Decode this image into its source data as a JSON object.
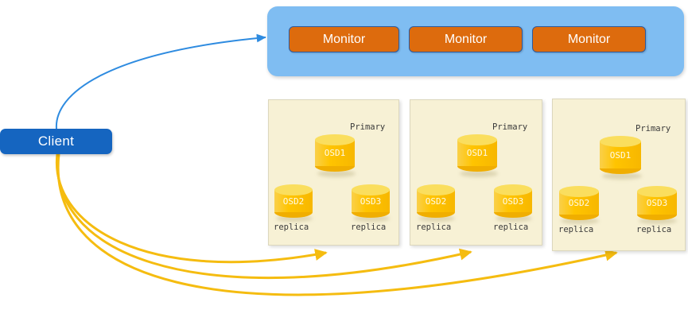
{
  "diagram": {
    "title": "Ceph client / monitor / OSD node replication diagram",
    "colors": {
      "client_blue": "#1565C0",
      "monitor_panel_blue": "#7FBDF2",
      "monitor_orange": "#DD6B0D",
      "node_panel_cream": "#F7F1D5",
      "osd_yellow": "#FFC400",
      "blue_arrow": "#2E8BE0",
      "yellow_arrow": "#F5BC10"
    }
  },
  "client": {
    "label": "Client"
  },
  "monitor_cluster": {
    "monitors": [
      {
        "label": "Monitor"
      },
      {
        "label": "Monitor"
      },
      {
        "label": "Monitor"
      }
    ]
  },
  "nodes": [
    {
      "id": "node-1",
      "primary_caption": "Primary",
      "osds": [
        {
          "label": "OSD1",
          "role": "primary",
          "caption": ""
        },
        {
          "label": "OSD2",
          "role": "replica",
          "caption": "replica"
        },
        {
          "label": "OSD3",
          "role": "replica",
          "caption": "replica"
        }
      ]
    },
    {
      "id": "node-2",
      "primary_caption": "Primary",
      "osds": [
        {
          "label": "OSD1",
          "role": "primary",
          "caption": ""
        },
        {
          "label": "OSD2",
          "role": "replica",
          "caption": "replica"
        },
        {
          "label": "OSD3",
          "role": "replica",
          "caption": "replica"
        }
      ]
    },
    {
      "id": "node-3",
      "primary_caption": "Primary",
      "osds": [
        {
          "label": "OSD1",
          "role": "primary",
          "caption": ""
        },
        {
          "label": "OSD2",
          "role": "replica",
          "caption": "replica"
        },
        {
          "label": "OSD3",
          "role": "replica",
          "caption": "replica"
        }
      ]
    }
  ],
  "connections": {
    "client_to_monitor": {
      "count": 1,
      "color": "#2E8BE0"
    },
    "client_to_nodes": {
      "count": 3,
      "color": "#F5BC10"
    }
  }
}
